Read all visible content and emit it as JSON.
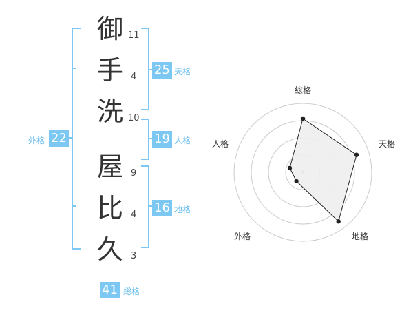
{
  "name_chars": [
    {
      "char": "御",
      "strokes": "11"
    },
    {
      "char": "手",
      "strokes": "4"
    },
    {
      "char": "洗",
      "strokes": "10"
    },
    {
      "char": "屋",
      "strokes": "9"
    },
    {
      "char": "比",
      "strokes": "4"
    },
    {
      "char": "久",
      "strokes": "3"
    }
  ],
  "kakusu": {
    "tenkaku": {
      "label": "天格",
      "value": "25"
    },
    "jinkaku": {
      "label": "人格",
      "value": "19"
    },
    "chikaku": {
      "label": "地格",
      "value": "16"
    },
    "gaikaku": {
      "label": "外格",
      "value": "22"
    },
    "soukaku": {
      "label": "総格",
      "value": "41"
    }
  },
  "colors": {
    "accent": "#7cc8f3",
    "accent_text": "#5fb8ec",
    "polygon_fill": "#eeeeee",
    "polygon_stroke": "#222222",
    "grid": "#cccccc"
  },
  "chart_data": {
    "type": "radar",
    "axes": [
      "総格",
      "天格",
      "地格",
      "外格",
      "人格"
    ],
    "values": [
      0.78,
      0.82,
      0.88,
      0.16,
      0.2
    ],
    "range": [
      0,
      1
    ],
    "rings": 4
  }
}
